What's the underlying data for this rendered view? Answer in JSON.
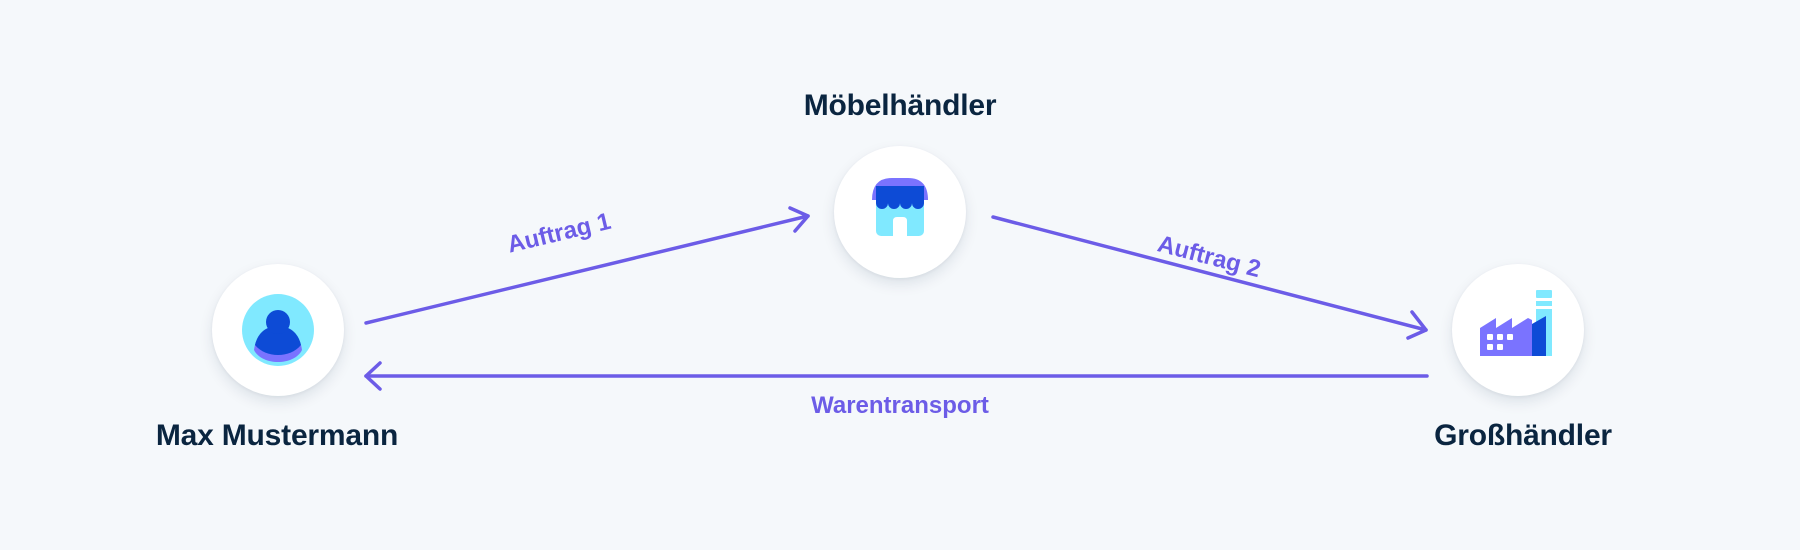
{
  "diagram": {
    "nodes": {
      "customer": {
        "label": "Max Mustermann",
        "icon": "person-icon"
      },
      "retailer": {
        "label": "Möbelhändler",
        "icon": "store-icon"
      },
      "wholesaler": {
        "label": "Großhändler",
        "icon": "factory-icon"
      }
    },
    "edges": {
      "order1": {
        "label": "Auftrag 1"
      },
      "order2": {
        "label": "Auftrag 2"
      },
      "transport": {
        "label": "Warentransport"
      }
    }
  },
  "colors": {
    "background": "#f5f8fb",
    "accent": "#6c5ce7",
    "text": "#0a2540",
    "icon_light": "#80e9ff",
    "icon_dark": "#0d4bd6",
    "icon_purple": "#7a73ff"
  }
}
